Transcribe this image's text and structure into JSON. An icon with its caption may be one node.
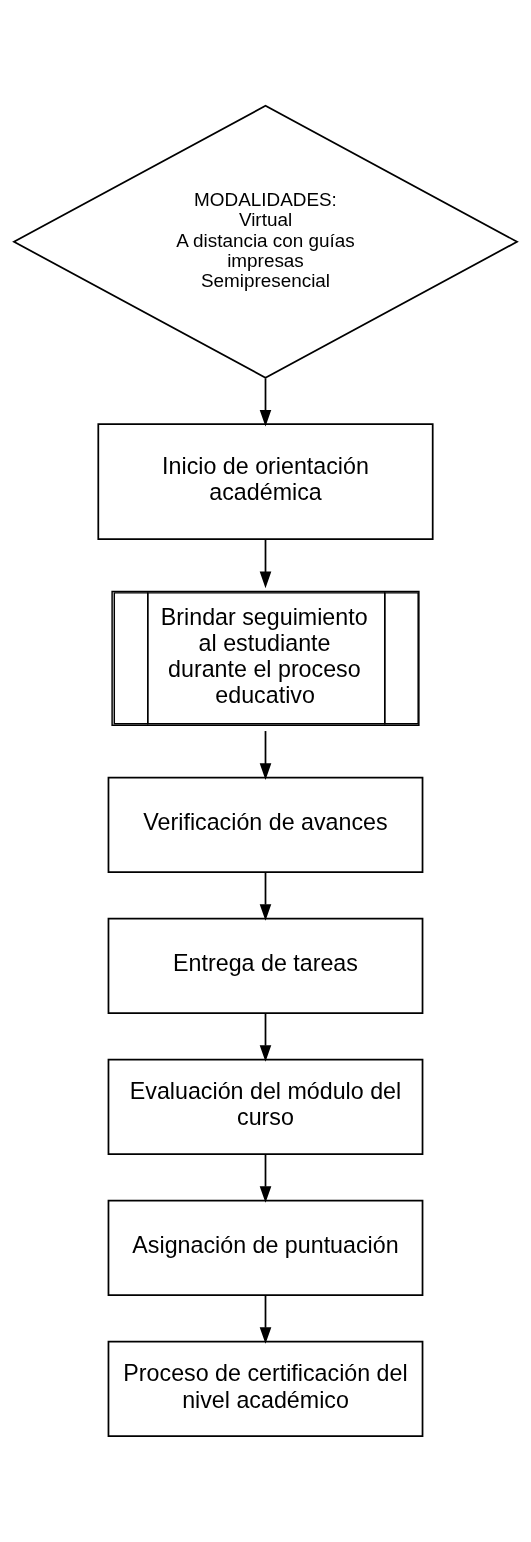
{
  "diagram": {
    "nodes": [
      {
        "text": [
          "MODALIDADES:",
          "Virtual",
          "A distancia con guías impresas",
          "Semipresencial"
        ]
      },
      {
        "text": [
          "Inicio de orientación académica"
        ]
      },
      {
        "text": [
          "Brindar seguimiento al estudiante durante el proceso educativo"
        ]
      },
      {
        "text": [
          "Verificación de avances"
        ]
      },
      {
        "text": [
          "Entrega de tareas"
        ]
      },
      {
        "text": [
          "Evaluación del módulo del curso"
        ]
      },
      {
        "text": [
          "Asignación de puntuación"
        ]
      },
      {
        "text": [
          "Proceso de certificación del nivel académico"
        ]
      }
    ],
    "edges": [
      {
        "from": 0,
        "to": 1,
        "arrow": "to"
      },
      {
        "from": 1,
        "to": 2,
        "arrow": "to"
      },
      {
        "from": 2,
        "to": 3,
        "arrow": "to"
      },
      {
        "from": 3,
        "to": 4,
        "arrow": "to"
      },
      {
        "from": 4,
        "to": 5,
        "arrow": "to"
      },
      {
        "from": 5,
        "to": 6,
        "arrow": "to"
      },
      {
        "from": 6,
        "to": 7,
        "arrow": "to"
      }
    ]
  }
}
